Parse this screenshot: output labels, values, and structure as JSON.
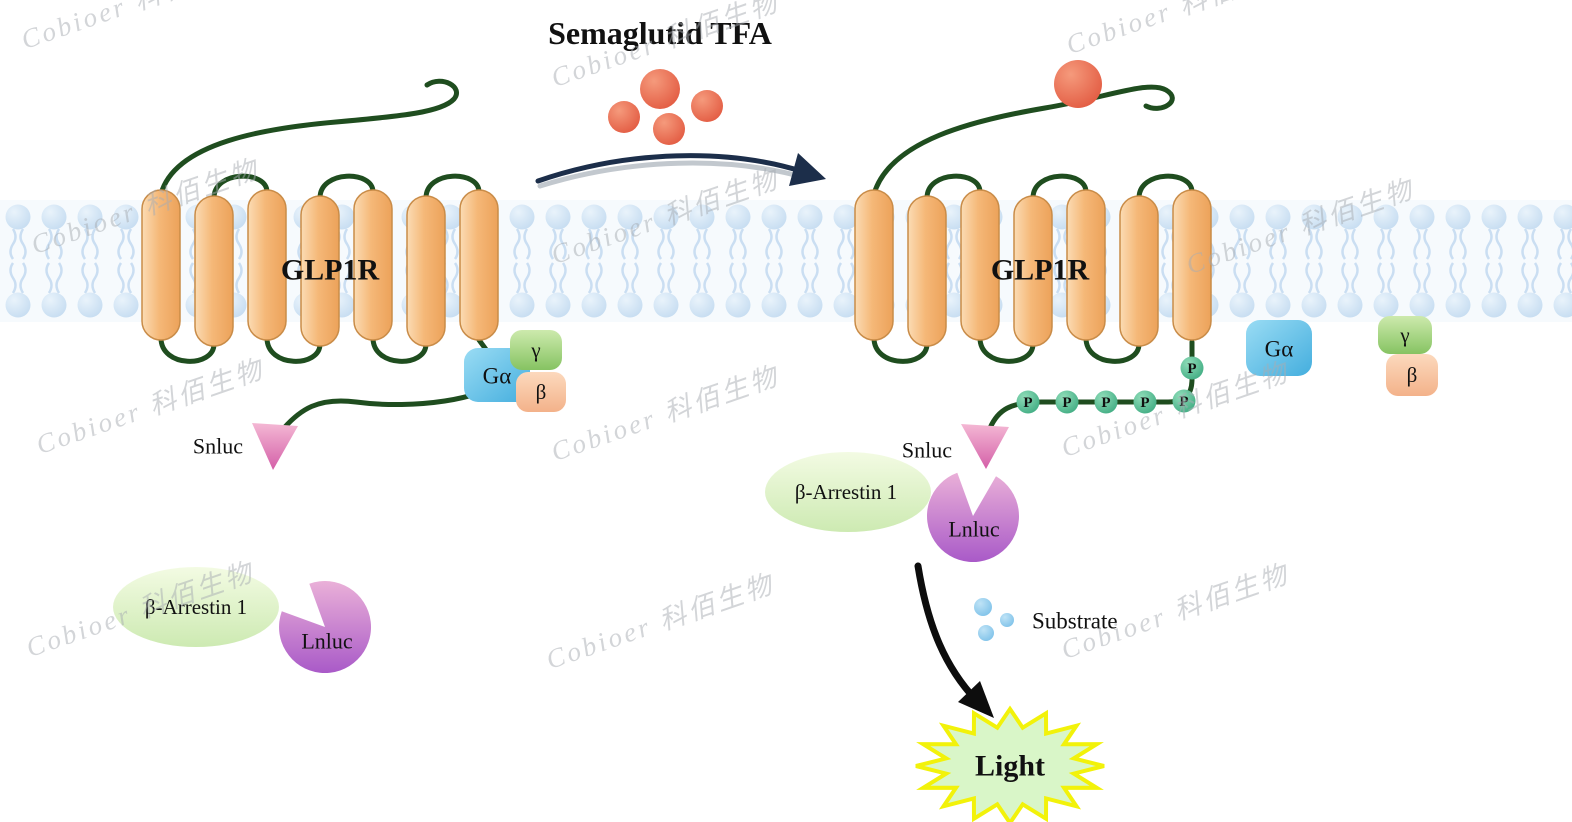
{
  "title": "Semaglutid TFA",
  "watermark": {
    "text": "Cobioer 科佰生物"
  },
  "receptor": {
    "label": "GLP1R"
  },
  "g_protein": {
    "alpha": "Gα",
    "beta": "β",
    "gamma": "γ"
  },
  "sensors": {
    "snluc": "Snluc",
    "lnluc": "Lnluc",
    "arrestin": "β-Arrestin 1"
  },
  "phospho": {
    "label": "P"
  },
  "substrate": {
    "label": "Substrate"
  },
  "light": {
    "label": "Light"
  },
  "colors": {
    "membrane_head": "#c2daf0",
    "helix": "#f5b878",
    "loop": "#1f4d1f",
    "ligand": "#e25940",
    "g_alpha": "#4fb3e2",
    "g_gamma": "#88c464",
    "g_beta": "#f7c4a4",
    "snluc": "#d45fa8",
    "lnluc": "#a95ac8",
    "arrestin": "#cdeab2",
    "phospho": "#3aa87e",
    "starburst_edge": "#f2f20a",
    "starburst_fill": "#d9f6c8",
    "light_text": "#1ca81c"
  }
}
